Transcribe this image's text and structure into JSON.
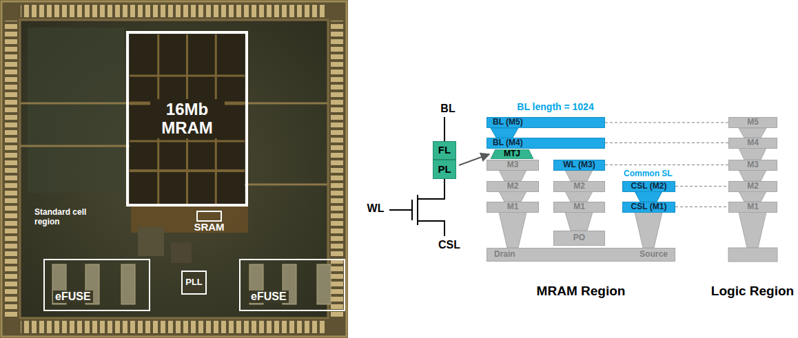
{
  "diagram": {
    "nodes": [
      {
        "text": [
          "16Mb MRAM"
        ]
      },
      {
        "text": [
          "SRAM"
        ]
      },
      {
        "text": [
          "eFUSE"
        ]
      },
      {
        "text": [
          "PLL"
        ]
      },
      {
        "text": [
          "eFUSE"
        ]
      },
      {
        "text": [
          "FL"
        ]
      },
      {
        "text": [
          "PL"
        ]
      },
      {
        "text": [
          "BL (M5)"
        ]
      },
      {
        "text": [
          "BL (M4)"
        ]
      },
      {
        "text": [
          "MTJ"
        ]
      },
      {
        "text": [
          "M3"
        ]
      },
      {
        "text": [
          "WL (M3)"
        ]
      },
      {
        "text": [
          "M2"
        ]
      },
      {
        "text": [
          "M2"
        ]
      },
      {
        "text": [
          "CSL (M2)"
        ]
      },
      {
        "text": [
          "M1"
        ]
      },
      {
        "text": [
          "M1"
        ]
      },
      {
        "text": [
          "CSL (M1)"
        ]
      },
      {
        "text": [
          "PO"
        ]
      },
      {
        "text": [
          "Drain",
          "Source"
        ]
      },
      {
        "text": [
          "M5"
        ]
      },
      {
        "text": [
          "M4"
        ]
      },
      {
        "text": [
          "M3"
        ]
      },
      {
        "text": [
          "M2"
        ]
      },
      {
        "text": [
          "M1"
        ]
      }
    ],
    "edges": [
      {
        "from": 6,
        "to": 9,
        "arrow": "to"
      },
      {
        "from": 7,
        "to": 20,
        "arrow": "none"
      },
      {
        "from": 8,
        "to": 21,
        "arrow": "none"
      },
      {
        "from": 11,
        "to": 22,
        "arrow": "none"
      },
      {
        "from": 14,
        "to": 23,
        "arrow": "none"
      },
      {
        "from": 17,
        "to": 24,
        "arrow": "none"
      }
    ],
    "labels": [
      "BL",
      "WL",
      "CSL",
      "Standard cell region",
      "BL length = 1024",
      "Common SL",
      "MRAM Region",
      "Logic Region"
    ]
  }
}
